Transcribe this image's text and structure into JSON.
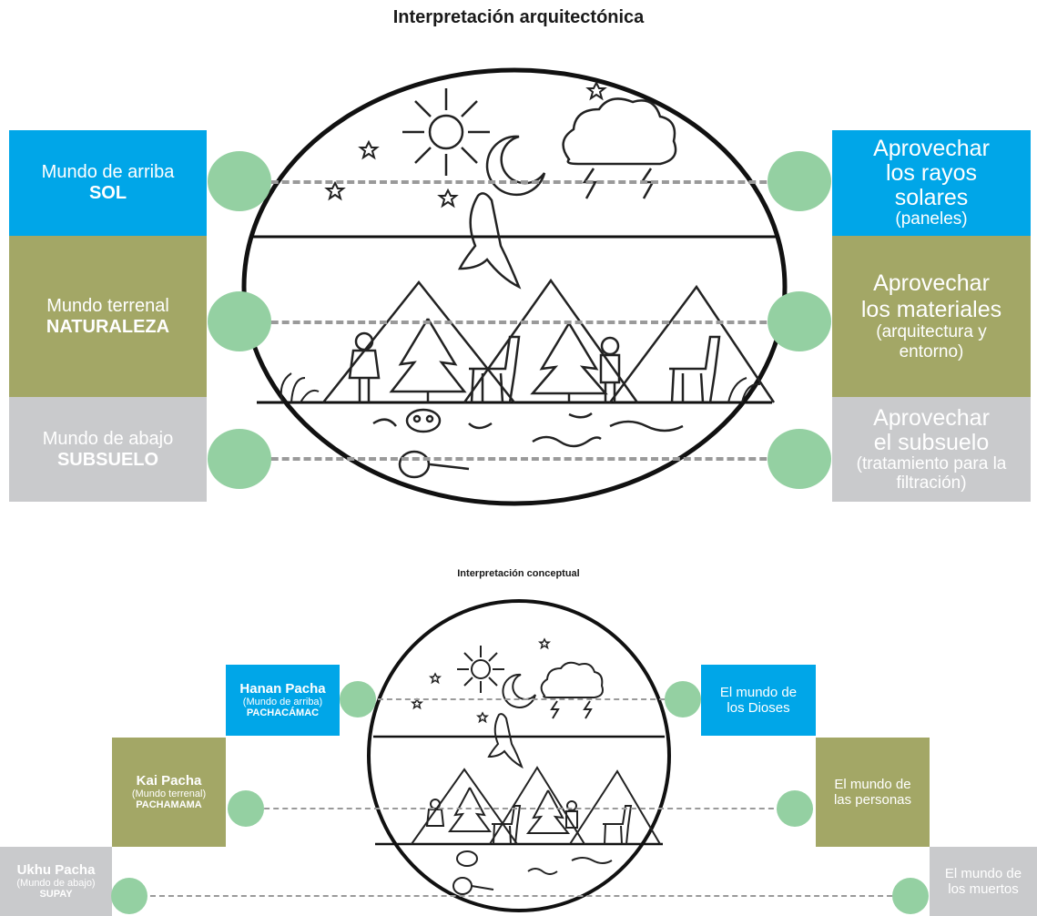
{
  "top": {
    "title": "Interpretación arquitectónica",
    "left_boxes": [
      {
        "line1": "Mundo de arriba",
        "line2": "SOL"
      },
      {
        "line1": "Mundo terrenal",
        "line2": "NATURALEZA"
      },
      {
        "line1": "Mundo de abajo",
        "line2": "SUBSUELO"
      }
    ],
    "right_boxes": [
      {
        "lines": [
          "Aprovechar",
          "los rayos",
          "solares"
        ],
        "sub": "(paneles)"
      },
      {
        "lines": [
          "Aprovechar",
          "los materiales"
        ],
        "sub": "(arquitectura y entorno)"
      },
      {
        "lines": [
          "Aprovechar",
          "el subsuelo"
        ],
        "sub": "(tratamiento para la filtración)"
      }
    ]
  },
  "bottom": {
    "title": "Interpretación conceptual",
    "left_boxes": [
      {
        "name": "Hanan Pacha",
        "sub": "(Mundo de arriba)",
        "deity": "PACHACÁMAC"
      },
      {
        "name": "Kai Pacha",
        "sub": "(Mundo terrenal)",
        "deity": "PACHAMAMA"
      },
      {
        "name": "Ukhu Pacha",
        "sub": "(Mundo de abajo)",
        "deity": "SUPAY"
      }
    ],
    "right_boxes": [
      {
        "line1": "El mundo de",
        "line2": "los Dioses"
      },
      {
        "line1": "El mundo de",
        "line2": "las personas"
      },
      {
        "line1": "El mundo de",
        "line2": "los muertos"
      }
    ]
  },
  "colors": {
    "upper_world": "#00a6e8",
    "earth_world": "#a3a766",
    "lower_world": "#c9cacc",
    "connector_dot": "#94d0a2",
    "connector_line": "#9a9a9a"
  },
  "icons": [
    "sun-icon",
    "moon-icon",
    "star-icon",
    "cloud-icon",
    "lightning-icon",
    "condor-icon",
    "mountain-icon",
    "tree-icon",
    "person-icon",
    "llama-icon",
    "skull-icon",
    "worm-icon"
  ]
}
